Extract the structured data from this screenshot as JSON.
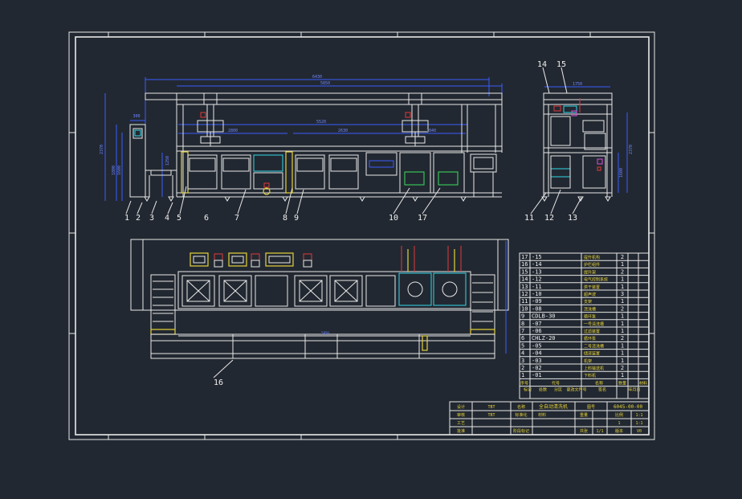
{
  "colors": {
    "background": "#222831",
    "line": "#e8e8e8",
    "dimension": "#3a5cff",
    "highlight": "#e6d23a",
    "accent_red": "#e03a3a",
    "accent_cyan": "#33c8d8",
    "accent_green": "#39d05a"
  },
  "front_view": {
    "dims": {
      "overall": "6430",
      "inner": "5850",
      "span_a": "5520",
      "span_b": "2800",
      "span_c": "2630",
      "span_d": "1840",
      "height": "2370",
      "h_left_a": "1800",
      "h_left_b": "1600",
      "top_left": "300",
      "mid_left": "1250"
    },
    "callouts": [
      "1",
      "2",
      "3",
      "4",
      "5",
      "6",
      "7",
      "8",
      "9",
      "10",
      "17"
    ]
  },
  "side_view": {
    "dims": {
      "width": "1750",
      "height": "2370",
      "height_b": "1600"
    },
    "callouts": [
      "14",
      "15",
      "11",
      "12",
      "13"
    ]
  },
  "top_view": {
    "dims": {
      "length": "5850"
    },
    "callouts": [
      "16"
    ]
  },
  "parts_list": {
    "rows": [
      {
        "no": "17",
        "code": "-15",
        "name": "提升机构",
        "qty": "2"
      },
      {
        "no": "16",
        "code": "-14",
        "name": "护栏组件",
        "qty": "1"
      },
      {
        "no": "15",
        "code": "-13",
        "name": "提升架",
        "qty": "2"
      },
      {
        "no": "14",
        "code": "-12",
        "name": "电气控制系统",
        "qty": "1"
      },
      {
        "no": "13",
        "code": "-11",
        "name": "烘干装置",
        "qty": "1"
      },
      {
        "no": "12",
        "code": "-10",
        "name": "超声波",
        "qty": "3"
      },
      {
        "no": "11",
        "code": "-09",
        "name": "支架",
        "qty": "1"
      },
      {
        "no": "10",
        "code": "-08",
        "name": "漂洗槽",
        "qty": "2"
      },
      {
        "no": "9",
        "code": "CDLB-30",
        "name": "循环泵",
        "qty": "1"
      },
      {
        "no": "8",
        "code": "-07",
        "name": "一号清洗槽",
        "qty": "1"
      },
      {
        "no": "7",
        "code": "-06",
        "name": "过滤装置",
        "qty": "1"
      },
      {
        "no": "6",
        "code": "CHLZ-20",
        "name": "循环泵",
        "qty": "2"
      },
      {
        "no": "5",
        "code": "-05",
        "name": "二号清洗槽",
        "qty": "1"
      },
      {
        "no": "4",
        "code": "-04",
        "name": "储液装置",
        "qty": "1"
      },
      {
        "no": "3",
        "code": "-03",
        "name": "机架",
        "qty": "1"
      },
      {
        "no": "2",
        "code": "-02",
        "name": "上料输送机",
        "qty": "2"
      },
      {
        "no": "1",
        "code": "-01",
        "name": "下料机",
        "qty": "1"
      }
    ],
    "header_1": [
      "序号",
      "代号",
      "名称",
      "数量",
      "材料"
    ],
    "header_2": [
      "标记",
      "处数",
      "分区",
      "更改文件号",
      "签名",
      "年月日"
    ]
  },
  "title_block": {
    "design_label": "设计",
    "design_value": "TBT",
    "check_label": "审核",
    "check_value": "TBT",
    "process_label": "工艺",
    "approve_label": "批准",
    "std_label": "标准化",
    "name_label": "名称",
    "name_value": "全自动清洗机",
    "drawing_no_label": "图号",
    "drawing_no_value": "6045-00-00",
    "stage_label": "阶段标记",
    "weight_label": "重量",
    "scale_label": "比例",
    "scale_value": "1:1",
    "sheet_label": "共张",
    "sheet_value": "1/1",
    "version_label": "版本",
    "version_value": "V0",
    "material_label": "材料",
    "qty_value": "1"
  }
}
